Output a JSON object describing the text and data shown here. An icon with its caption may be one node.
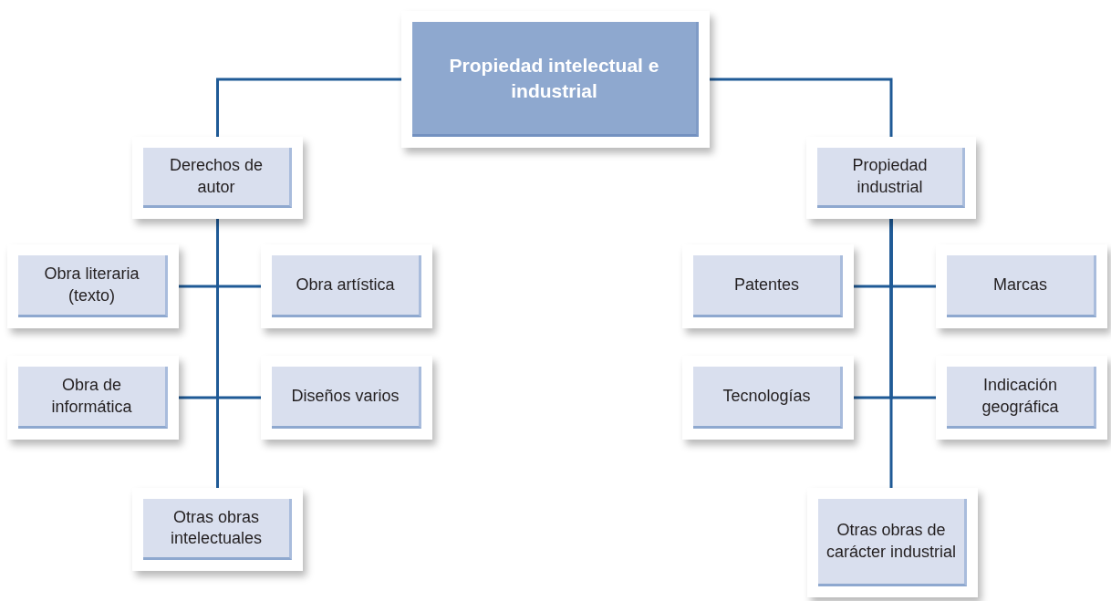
{
  "diagram": {
    "nodes": [
      {
        "text": [
          "Propiedad intelectual e industrial"
        ]
      },
      {
        "text": [
          "Derechos de autor"
        ]
      },
      {
        "text": [
          "Propiedad industrial"
        ]
      },
      {
        "text": [
          "Obra literaria (texto)"
        ]
      },
      {
        "text": [
          "Obra artística"
        ]
      },
      {
        "text": [
          "Obra de informática"
        ]
      },
      {
        "text": [
          "Diseños varios"
        ]
      },
      {
        "text": [
          "Otras obras intelectuales"
        ]
      },
      {
        "text": [
          "Patentes"
        ]
      },
      {
        "text": [
          "Marcas"
        ]
      },
      {
        "text": [
          "Tecnologías"
        ]
      },
      {
        "text": [
          "Indicación geográfica"
        ]
      },
      {
        "text": [
          "Otras obras de carácter industrial"
        ]
      }
    ],
    "edges": [
      {
        "from": 0,
        "to": 1,
        "arrow": "none"
      },
      {
        "from": 0,
        "to": 2,
        "arrow": "none"
      },
      {
        "from": 1,
        "to": 3,
        "arrow": "none"
      },
      {
        "from": 1,
        "to": 4,
        "arrow": "none"
      },
      {
        "from": 1,
        "to": 5,
        "arrow": "none"
      },
      {
        "from": 1,
        "to": 6,
        "arrow": "none"
      },
      {
        "from": 1,
        "to": 7,
        "arrow": "none"
      },
      {
        "from": 2,
        "to": 8,
        "arrow": "none"
      },
      {
        "from": 2,
        "to": 9,
        "arrow": "none"
      },
      {
        "from": 2,
        "to": 10,
        "arrow": "none"
      },
      {
        "from": 2,
        "to": 11,
        "arrow": "none"
      },
      {
        "from": 2,
        "to": 12,
        "arrow": "none"
      }
    ]
  }
}
